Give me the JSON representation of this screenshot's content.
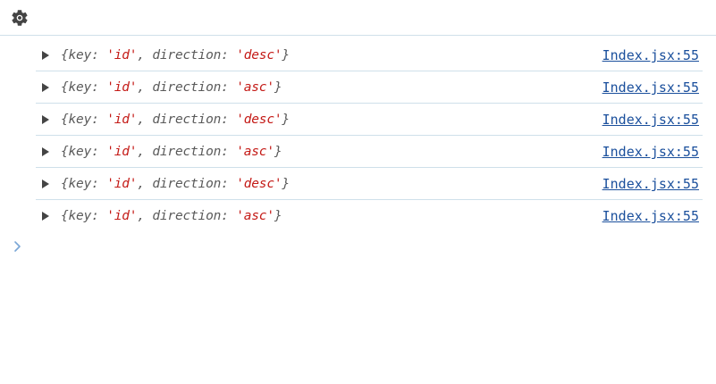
{
  "toolbar": {
    "settings_icon": "gear-icon"
  },
  "log": {
    "rows": [
      {
        "open": "{",
        "key_label": "key",
        "colon1": ":",
        "key_value": "'id'",
        "comma": ",",
        "dir_label": "direction",
        "colon2": ":",
        "dir_value": "'desc'",
        "close": "}",
        "source": "Index.jsx:55"
      },
      {
        "open": "{",
        "key_label": "key",
        "colon1": ":",
        "key_value": "'id'",
        "comma": ",",
        "dir_label": "direction",
        "colon2": ":",
        "dir_value": "'asc'",
        "close": "}",
        "source": "Index.jsx:55"
      },
      {
        "open": "{",
        "key_label": "key",
        "colon1": ":",
        "key_value": "'id'",
        "comma": ",",
        "dir_label": "direction",
        "colon2": ":",
        "dir_value": "'desc'",
        "close": "}",
        "source": "Index.jsx:55"
      },
      {
        "open": "{",
        "key_label": "key",
        "colon1": ":",
        "key_value": "'id'",
        "comma": ",",
        "dir_label": "direction",
        "colon2": ":",
        "dir_value": "'asc'",
        "close": "}",
        "source": "Index.jsx:55"
      },
      {
        "open": "{",
        "key_label": "key",
        "colon1": ":",
        "key_value": "'id'",
        "comma": ",",
        "dir_label": "direction",
        "colon2": ":",
        "dir_value": "'desc'",
        "close": "}",
        "source": "Index.jsx:55"
      },
      {
        "open": "{",
        "key_label": "key",
        "colon1": ":",
        "key_value": "'id'",
        "comma": ",",
        "dir_label": "direction",
        "colon2": ":",
        "dir_value": "'asc'",
        "close": "}",
        "source": "Index.jsx:55"
      }
    ]
  },
  "prompt": {
    "icon": "chevron-right-icon"
  },
  "colors": {
    "string": "#c41a16",
    "link": "#1a4f9c",
    "divider": "#cfe0ea",
    "prompt": "#7aa6d6"
  }
}
